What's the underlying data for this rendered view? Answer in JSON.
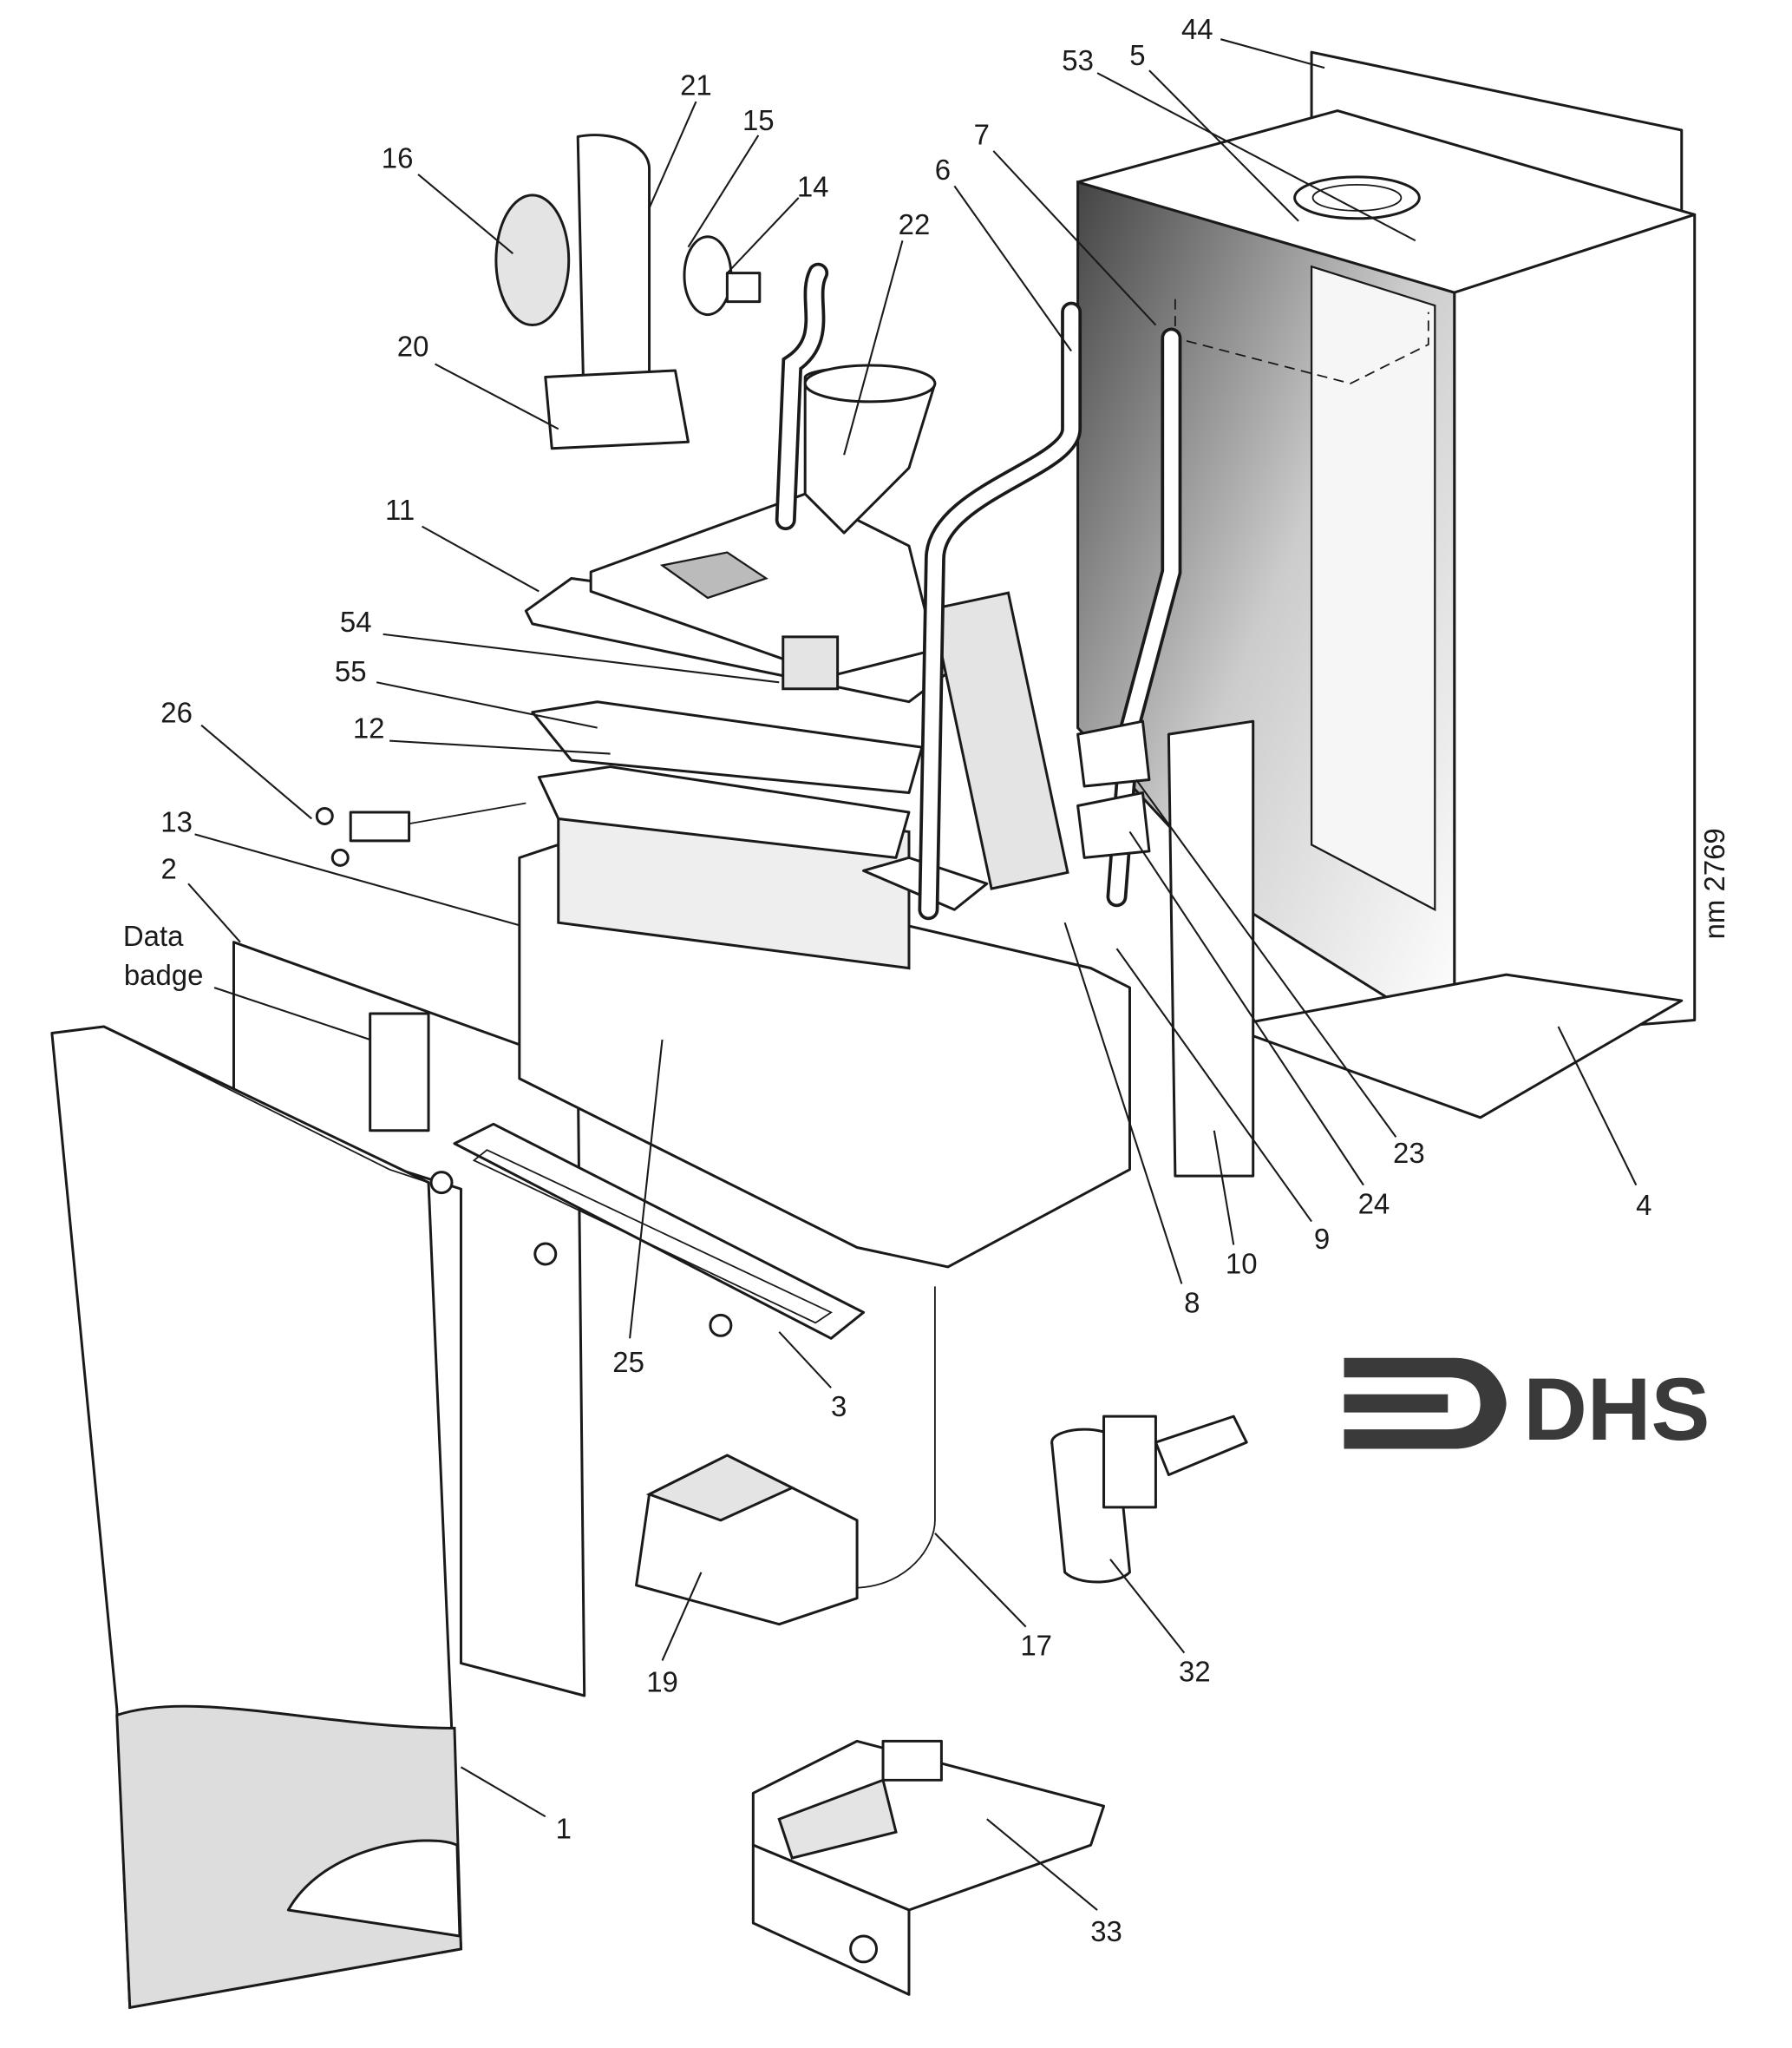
{
  "diagram": {
    "drawing_ref": "nm 2769",
    "logo_text": "DHS",
    "data_badge_label": [
      "Data",
      "badge"
    ],
    "part_labels": {
      "p44": "44",
      "p53": "53",
      "p5": "5",
      "p21": "21",
      "p15": "15",
      "p16": "16",
      "p14": "14",
      "p22": "22",
      "p6": "6",
      "p7": "7",
      "p20": "20",
      "p11": "11",
      "p54": "54",
      "p55": "55",
      "p26": "26",
      "p12": "12",
      "p13": "13",
      "p2": "2",
      "p23": "23",
      "p24": "24",
      "p4": "4",
      "p9": "9",
      "p10": "10",
      "p8": "8",
      "p25": "25",
      "p3": "3",
      "p17": "17",
      "p32": "32",
      "p19": "19",
      "p1": "1",
      "p33": "33"
    }
  }
}
